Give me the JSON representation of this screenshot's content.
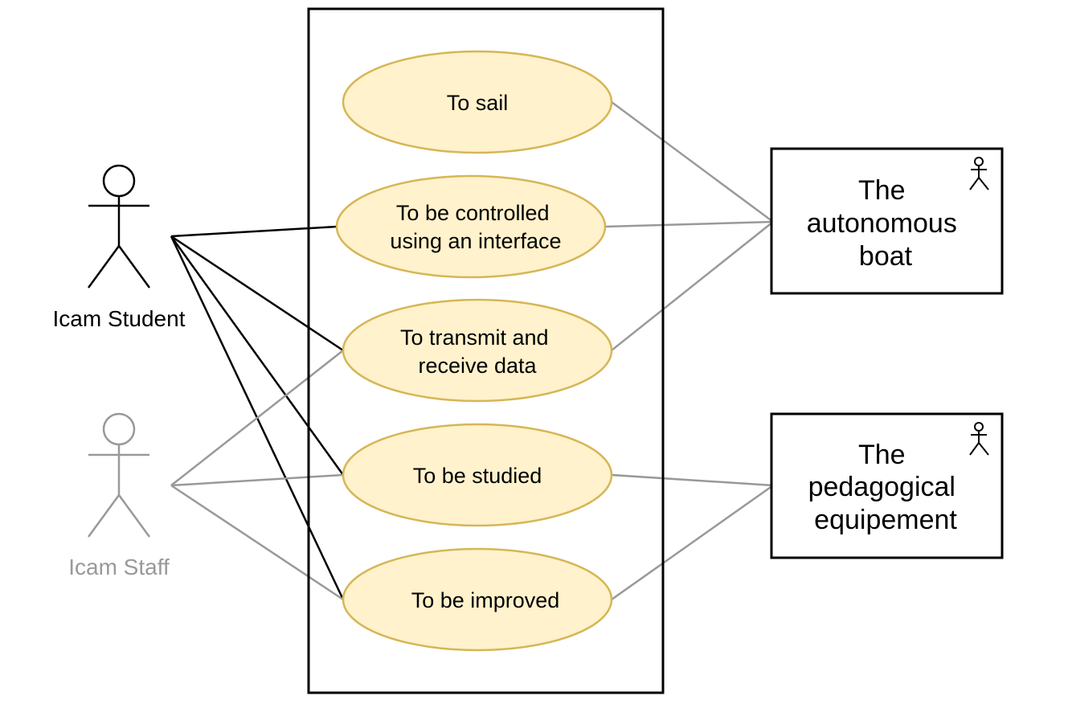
{
  "diagram": {
    "type": "use-case",
    "colors": {
      "usecase_fill": "#fff2cc",
      "usecase_stroke": "#d6b656",
      "student": "#000000",
      "staff": "#999999",
      "system_link": "#999999",
      "border": "#000000"
    },
    "actors": [
      {
        "id": "student",
        "label": "Icam Student",
        "icon": "stick-figure-icon"
      },
      {
        "id": "staff",
        "label": "Icam Staff",
        "icon": "stick-figure-icon"
      }
    ],
    "use_cases": [
      {
        "id": "sail",
        "lines": [
          "To sail"
        ]
      },
      {
        "id": "controlled",
        "lines": [
          "To be controlled",
          "using an interface"
        ]
      },
      {
        "id": "transmit",
        "lines": [
          "To transmit and",
          "receive data"
        ]
      },
      {
        "id": "studied",
        "lines": [
          "To be studied"
        ]
      },
      {
        "id": "improved",
        "lines": [
          "To be improved"
        ]
      }
    ],
    "systems": [
      {
        "id": "boat",
        "lines": [
          "The",
          "autonomous",
          "boat"
        ],
        "icon": "actor-icon"
      },
      {
        "id": "pedagogical",
        "lines": [
          "The",
          "pedagogical",
          "equipement"
        ],
        "icon": "actor-icon"
      }
    ],
    "associations": [
      {
        "from": "student",
        "to": "controlled"
      },
      {
        "from": "student",
        "to": "transmit"
      },
      {
        "from": "student",
        "to": "studied"
      },
      {
        "from": "student",
        "to": "improved"
      },
      {
        "from": "staff",
        "to": "transmit"
      },
      {
        "from": "staff",
        "to": "studied"
      },
      {
        "from": "staff",
        "to": "improved"
      },
      {
        "from": "sail",
        "to": "boat"
      },
      {
        "from": "controlled",
        "to": "boat"
      },
      {
        "from": "transmit",
        "to": "boat"
      },
      {
        "from": "studied",
        "to": "pedagogical"
      },
      {
        "from": "improved",
        "to": "pedagogical"
      }
    ]
  }
}
